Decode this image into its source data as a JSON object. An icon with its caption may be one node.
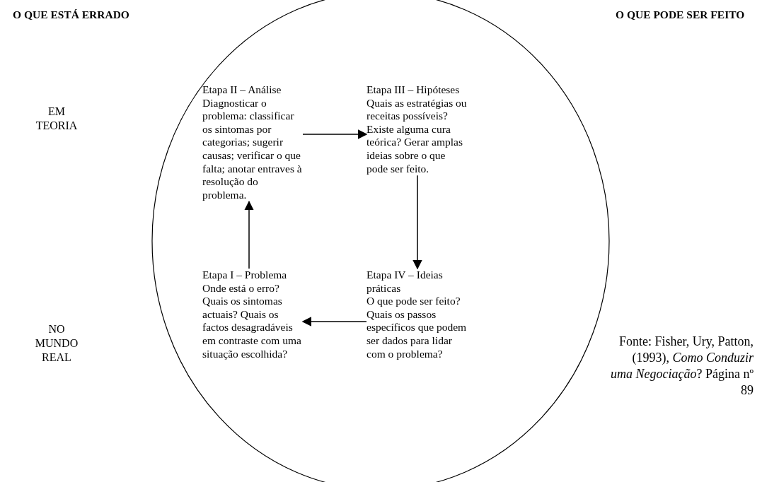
{
  "diagram": {
    "nodes": [
      {
        "text": [],
        "shape": "circle"
      },
      {
        "text": [
          "Etapa II – Análise",
          "Diagnosticar o problema: classificar os sintomas por categorias; sugerir causas; verificar o que falta; anotar entraves à resolução do problema."
        ],
        "in": 0
      },
      {
        "text": [
          "Etapa III – Hipóteses",
          "Quais as estratégias ou receitas possíveis? Existe alguma cura teórica? Gerar amplas ideias sobre o que pode ser feito."
        ],
        "in": 0
      },
      {
        "text": [
          "Etapa I – Problema",
          "Onde está o erro? Quais os sintomas actuais? Quais os factos desagradáveis em contraste com uma situação escolhida?"
        ],
        "in": 0
      },
      {
        "text": [
          "Etapa IV – Ideias práticas",
          "O que pode ser feito? Quais os passos específicos que podem ser dados para lidar com o problema?"
        ],
        "in": 0
      }
    ],
    "edges": [
      {
        "from": 3,
        "to": 1,
        "arrow": "to"
      },
      {
        "from": 1,
        "to": 2,
        "arrow": "to"
      },
      {
        "from": 2,
        "to": 4,
        "arrow": "to"
      },
      {
        "from": 4,
        "to": 3,
        "arrow": "to"
      }
    ],
    "labels": [
      "O QUE ESTÁ ERRADO",
      "O QUE PODE SER FEITO",
      "EM TEORIA",
      "NO MUNDO REAL",
      "Fonte: Fisher, Ury, Patton, (1993), *Como Conduzir uma Negociação*? Página nº 89"
    ]
  }
}
